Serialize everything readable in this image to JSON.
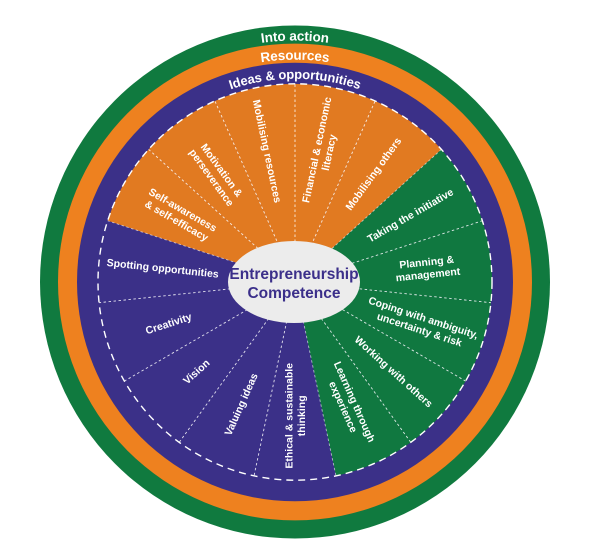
{
  "title": "Entrepreneurship Competence",
  "center": {
    "lines": [
      "Entrepreneurship",
      "Competence"
    ],
    "text_color": "#3b2f8a",
    "fill": "#ececec"
  },
  "colors": {
    "into_action": "#107a3f",
    "resources": "#ee811f",
    "ideas": "#3b3088",
    "orange_sector": "#e17a21",
    "green_sector": "#107840",
    "purple_sector": "#3b3088",
    "text": "#ffffff"
  },
  "rings": [
    {
      "id": "into-action",
      "label": "Into action",
      "color_key": "into_action"
    },
    {
      "id": "resources",
      "label": "Resources",
      "color_key": "resources"
    },
    {
      "id": "ideas-opportunities",
      "label": "Ideas & opportunities",
      "color_key": "ideas"
    }
  ],
  "areas": [
    {
      "name": "Resources",
      "color_key": "orange_sector",
      "competences": [
        [
          "Self-awareness",
          "& self-efficacy"
        ],
        [
          "Motivation &",
          "perseverance"
        ],
        [
          "Mobilising resources"
        ],
        [
          "Financial & economic",
          "literacy"
        ],
        [
          "Mobilising others"
        ]
      ]
    },
    {
      "name": "Into action",
      "color_key": "green_sector",
      "competences": [
        [
          "Taking the initiative"
        ],
        [
          "Planning &",
          "management"
        ],
        [
          "Coping with ambiguity,",
          "uncertainty & risk"
        ],
        [
          "Working with others"
        ],
        [
          "Learning through",
          "experience"
        ]
      ]
    },
    {
      "name": "Ideas & opportunities",
      "color_key": "purple_sector",
      "competences": [
        [
          "Ethical & sustainable",
          "thinking"
        ],
        [
          "Valuing ideas"
        ],
        [
          "Vision"
        ],
        [
          "Creativity"
        ],
        [
          "Spotting opportunities"
        ]
      ]
    }
  ]
}
